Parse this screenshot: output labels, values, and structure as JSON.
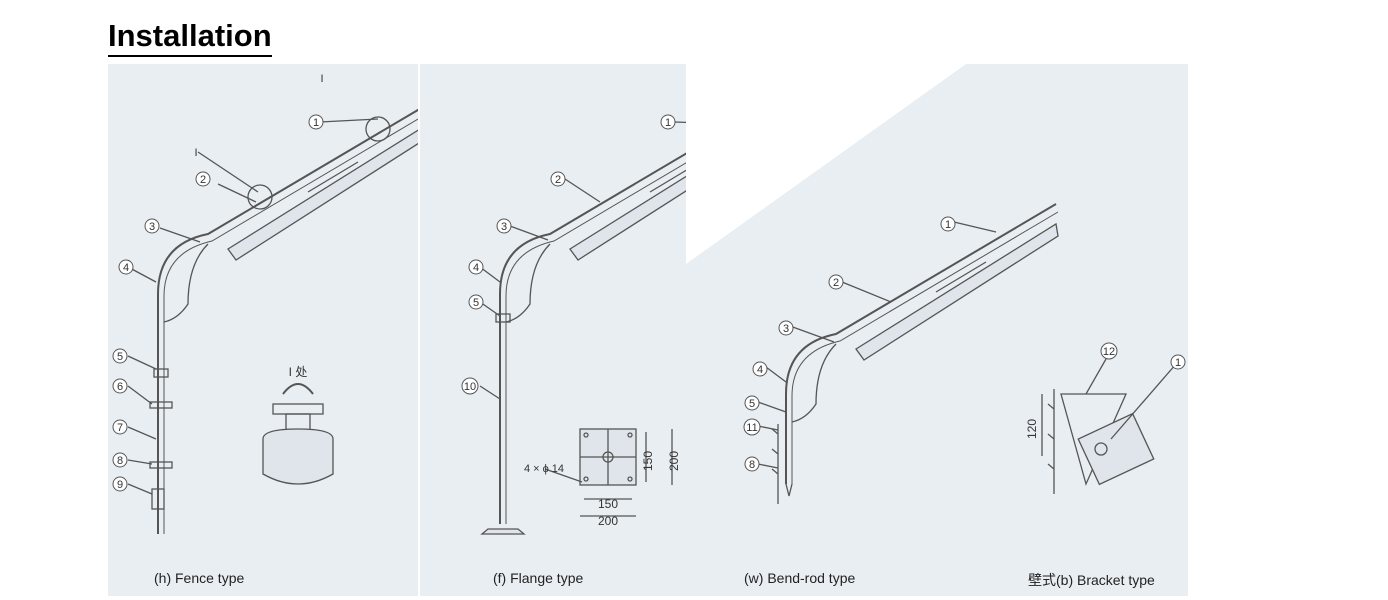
{
  "page_title": "Installation",
  "detail_label": "I",
  "detail_view_label": "I 处",
  "panels": [
    {
      "caption": "(h) Fence type",
      "callouts": [
        "1",
        "2",
        "3",
        "4",
        "5",
        "6",
        "7",
        "8",
        "9"
      ]
    },
    {
      "caption": "(f) Flange type",
      "callouts": [
        "1",
        "2",
        "3",
        "4",
        "5",
        "10"
      ],
      "dims": {
        "hole_spec": "4 × ϕ 14",
        "inner_w": "150",
        "outer_w": "200",
        "inner_h": "150",
        "outer_h": "200"
      }
    },
    {
      "caption": "(w) Bend-rod type",
      "callouts": [
        "1",
        "2",
        "3",
        "4",
        "5",
        "11",
        "8"
      ]
    },
    {
      "caption": "壁式(b) Bracket type",
      "callouts": [
        "12",
        "1"
      ],
      "dims": {
        "height": "120"
      }
    }
  ],
  "colors": {
    "panel_bg": "#e9eef3",
    "line": "#555555"
  }
}
